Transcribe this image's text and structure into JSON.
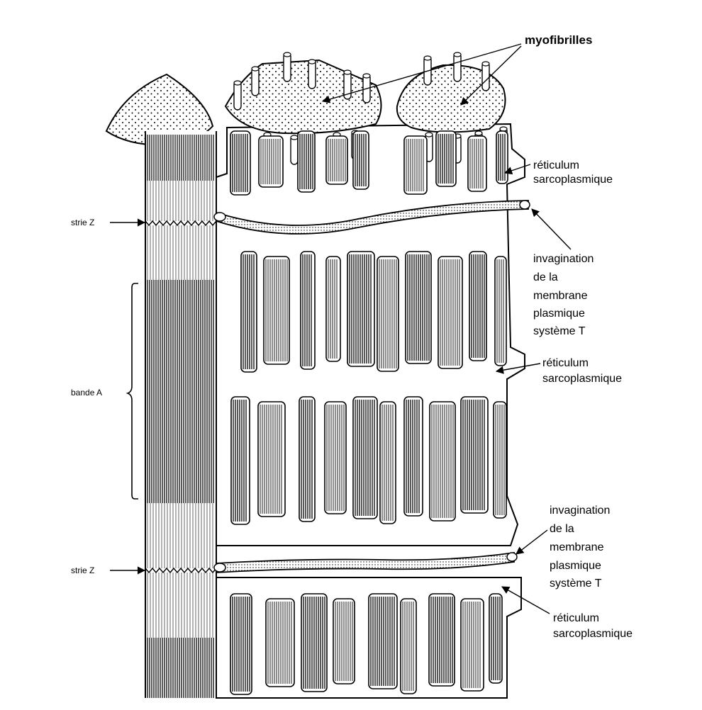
{
  "labels": {
    "myofibrilles": "myofibrilles",
    "reticulum_top_1": "réticulum",
    "reticulum_top_2": "sarcoplasmique",
    "strie_z_top": "strie Z",
    "invag_top_1": "invagination",
    "invag_top_2": "de la",
    "invag_top_3": "membrane",
    "invag_top_4": "plasmique",
    "invag_top_5": "système T",
    "reticulum_mid_1": "réticulum",
    "reticulum_mid_2": "sarcoplasmique",
    "bande_a": "bande A",
    "invag_bot_1": "invagination",
    "invag_bot_2": "de la",
    "invag_bot_3": "membrane",
    "invag_bot_4": "plasmique",
    "invag_bot_5": "système T",
    "strie_z_bot": "strie Z",
    "reticulum_bot_1": "réticulum",
    "reticulum_bot_2": "sarcoplasmique"
  },
  "colors": {
    "ink": "#000000",
    "paper": "#ffffff"
  }
}
